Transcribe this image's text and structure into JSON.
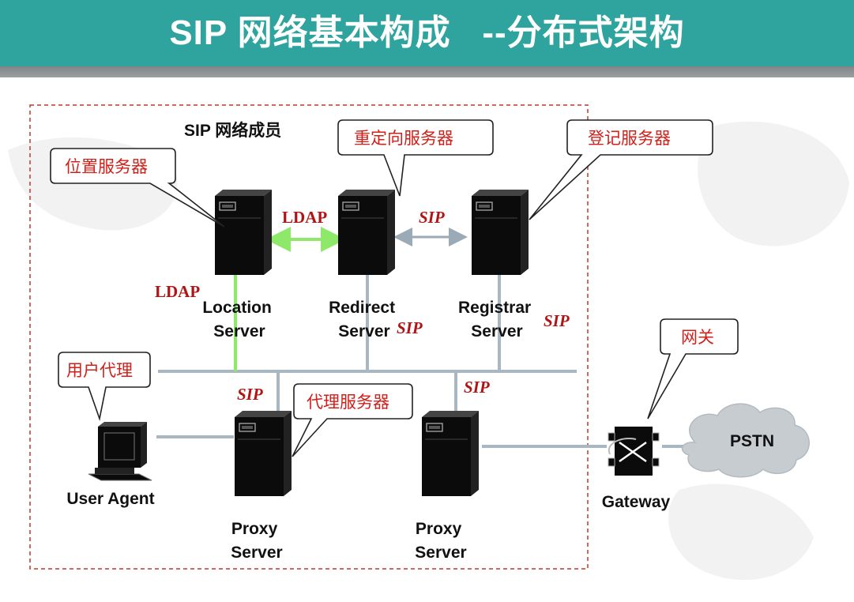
{
  "title": "SIP 网络基本构成   --分布式架构",
  "group_label": "SIP 网络成员",
  "callouts": {
    "location": "位置服务器",
    "redirect": "重定向服务器",
    "registrar": "登记服务器",
    "user_agent": "用户代理",
    "proxy": "代理服务器",
    "gateway": "网关"
  },
  "nodes": {
    "location": [
      "Location",
      "Server"
    ],
    "redirect": [
      "Redirect",
      "Server"
    ],
    "registrar": [
      "Registrar",
      "Server"
    ],
    "user_agent": "User Agent",
    "proxy1": [
      "Proxy",
      "Server"
    ],
    "proxy2": [
      "Proxy",
      "Server"
    ],
    "gateway": "Gateway",
    "pstn": "PSTN"
  },
  "protocols": {
    "ldap_horizontal": "LDAP",
    "ldap_vertical": "LDAP",
    "sip_redirect_registrar": "SIP",
    "sip_redirect": "SIP",
    "sip_registrar": "SIP",
    "sip_proxy1": "SIP",
    "sip_proxy2": "SIP"
  },
  "colors": {
    "header": "#2fa39e",
    "bus_line": "#a9b7c2",
    "ldap_link": "#8ee86a",
    "sip_arrow": "#9aaab6",
    "protocol_text": "#b01414",
    "callout_text": "#d0201a",
    "group_border": "#c0392b",
    "cloud_fill": "#c6ccd0"
  }
}
